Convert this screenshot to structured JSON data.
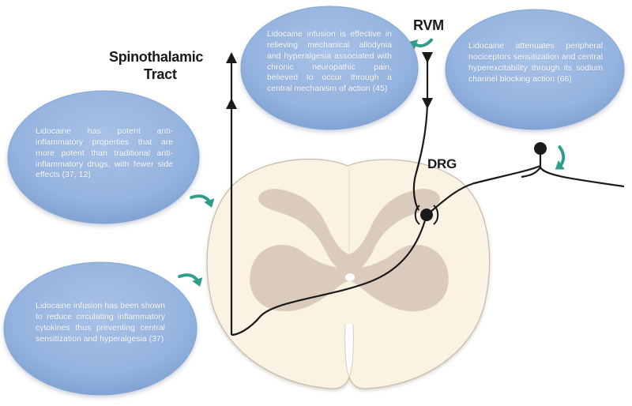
{
  "labels": {
    "spinothalamic_line1": "Spinothalamic",
    "spinothalamic_line2": "Tract",
    "rvm": "RVM",
    "drg": "DRG"
  },
  "bubbles": [
    {
      "id": "central-mechanism",
      "text": "Lidocaine infusion is effective in relieving mechanical allodynia and hyperalgesia associated with chronic neuropathic pain, believed to occur through a central mechanism of action (45)"
    },
    {
      "id": "peripheral-attenuation",
      "text": "Lidocaine attenuates peripheral nociceptors sensitization and central hyperexcitability through its sodium channel blocking action (66)"
    },
    {
      "id": "anti-inflammatory",
      "text": "Lidocaine has potent anti-inflammatory properties that are more potent than traditional anti-inflammatory drugs, with fewer side effects (37, 12)"
    },
    {
      "id": "cytokines",
      "text": "Lidocaine infusion has been shown to reduce circulating inflammatory cytokines thus preventing central sensitization and hyperalgesia (37)"
    }
  ],
  "colors": {
    "bubble_fill": "#94b3df",
    "bubble_edge": "#7a9ccd",
    "cord_white_matter": "#faf3e4",
    "cord_gray_matter": "#dbcbbd",
    "cord_outline": "#bfb3a3",
    "pathway": "#1a1a1a",
    "curved_arrow": "#2e9e8a"
  }
}
